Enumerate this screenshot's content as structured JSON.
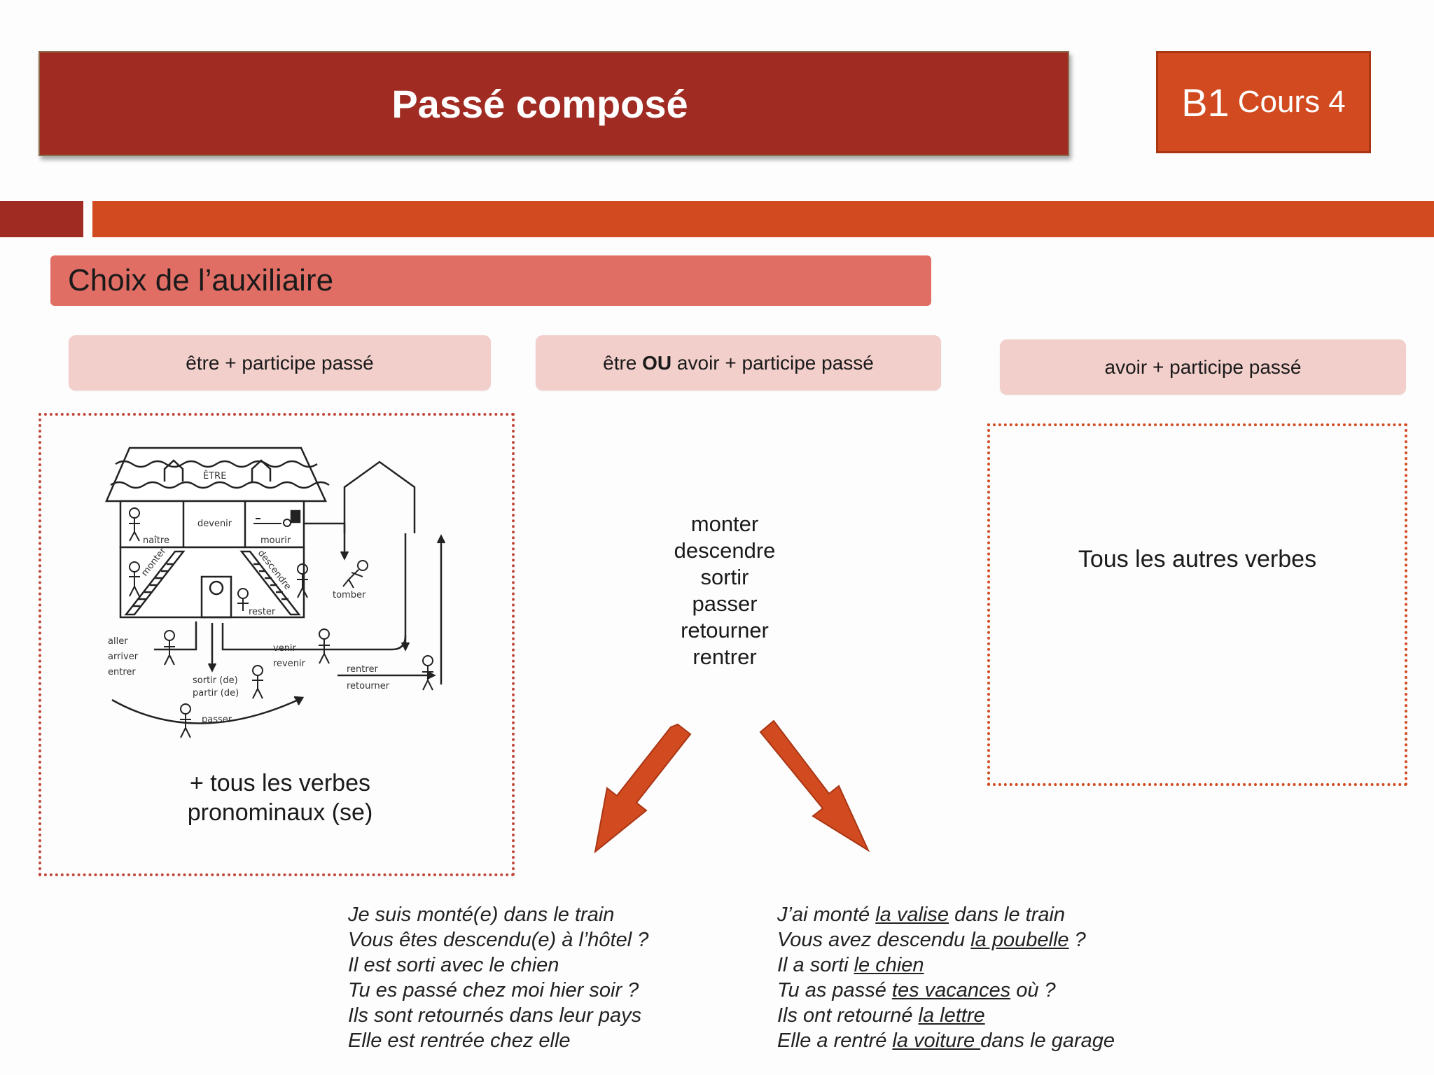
{
  "header": {
    "title": "Passé composé",
    "level": "B1",
    "lesson": "Cours 4"
  },
  "section": {
    "title": "Choix de l’auxiliaire"
  },
  "columns": {
    "left_label": "être + participe passé",
    "middle_label_pre": "être ",
    "middle_label_bold": "OU",
    "middle_label_post": " avoir + participe passé",
    "right_label": "avoir + participe passé"
  },
  "house": {
    "roof": "ÊTRE",
    "naitre": "naître",
    "devenir": "devenir",
    "mourir": "mourir",
    "monter": "monter",
    "descendre": "descendre",
    "rester": "rester",
    "tomber": "tomber",
    "aller": "aller",
    "arriver": "arriver",
    "entrer": "entrer",
    "venir": "venir",
    "revenir": "revenir",
    "sortir": "sortir (de)",
    "partir": "partir (de)",
    "rentrer": "rentrer",
    "retourner": "retourner",
    "passer": "passer"
  },
  "left_box": {
    "line1": "+ tous les verbes",
    "line2": "pronominaux (se)"
  },
  "middle_verbs": [
    "monter",
    "descendre",
    "sortir",
    "passer",
    "retourner",
    "rentrer"
  ],
  "right_box": {
    "text": "Tous les autres verbes"
  },
  "examples_etre": [
    "Je suis monté(e) dans le train",
    "Vous êtes descendu(e) à l’hôtel ?",
    "Il est sorti avec le chien",
    "Tu es passé chez moi hier soir ?",
    "Ils sont retournés dans leur pays",
    "Elle est rentrée chez elle"
  ],
  "examples_avoir": [
    {
      "pre": "J’ai monté ",
      "obj": "la valise",
      "post": " dans le train"
    },
    {
      "pre": "Vous avez descendu ",
      "obj": "la poubelle",
      "post": " ?"
    },
    {
      "pre": "Il a sorti ",
      "obj": "le chien",
      "post": ""
    },
    {
      "pre": "Tu as passé ",
      "obj": "tes vacances",
      "post": " où ?"
    },
    {
      "pre": "Ils ont retourné ",
      "obj": "la lettre",
      "post": ""
    },
    {
      "pre": "Elle a rentré ",
      "obj": "la voiture ",
      "post": "dans le garage"
    }
  ],
  "colors": {
    "dark_red": "#a02b22",
    "orange": "#d24a1f",
    "salmon": "#e06e64",
    "pink": "#f2cfcb"
  }
}
